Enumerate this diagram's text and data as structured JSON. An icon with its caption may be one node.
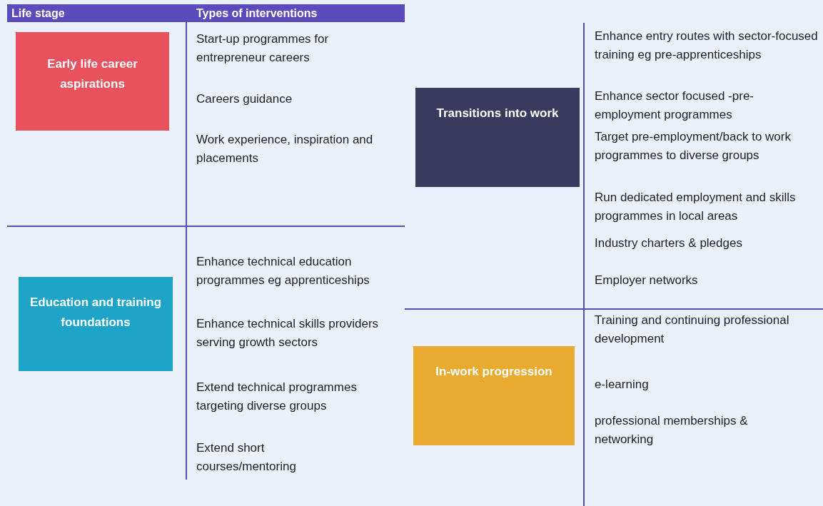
{
  "diagram": {
    "nodes": [
      {
        "text": [
          "Early life career aspirations"
        ]
      },
      {
        "text": [
          "Education and training foundations"
        ]
      },
      {
        "text": [
          "Transitions into work"
        ]
      },
      {
        "text": [
          "In-work progression"
        ]
      }
    ],
    "labels": [
      "Life stage",
      "Types of interventions",
      "Start-up programmes for entrepreneur careers",
      "Careers guidance",
      "Work experience, inspiration and placements",
      "Enhance technical education programmes eg apprenticeships",
      "Enhance technical skills providers serving growth sectors",
      "Extend technical programmes targeting diverse groups",
      "Extend short courses/mentoring",
      "Enhance entry routes with sector-focused training eg pre-apprenticeships",
      "Enhance sector focused -pre-employment programmes",
      "Target pre-employment/back to work programmes to diverse groups",
      "Run dedicated employment and skills programmes in local areas",
      "Industry charters & pledges",
      "Employer networks",
      "Training and continuing professional development",
      "e-learning",
      "professional memberships & networking"
    ]
  }
}
